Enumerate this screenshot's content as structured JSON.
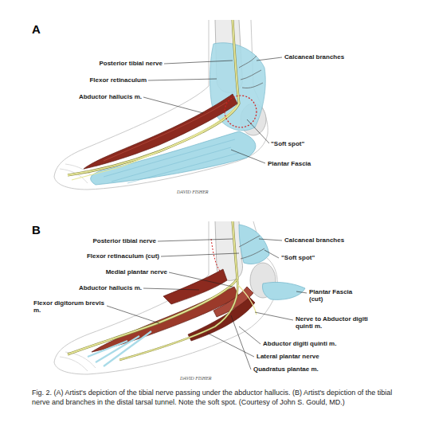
{
  "diagram": {
    "caption": "Fig. 2. (A) Artist's depiction of the tibial nerve passing under the abductor hallucis. (B) Artist's depiction of the tibial nerve and branches in the distal tarsal tunnel. Note the soft spot. (Courtesy of John S. Gould, MD.)",
    "labels": [
      "A",
      "Posterior tibial nerve",
      "Flexor retinaculum",
      "Abductor hallucis m.",
      "Calcaneal branches",
      "\"Soft spot\"",
      "Plantar Fascia",
      "DAVID FISHER",
      "B",
      "Posterior tibial nerve",
      "Flexor retinaculum (cut)",
      "Medial plantar nerve",
      "Abductor hallucis m.",
      "Flexor digitorum brevis m.",
      "Calcaneal branches",
      "\"Soft spot\"",
      "Plantar Fascia (cut)",
      "Nerve to Abductor digiti quinti m.",
      "Abductor digiti quinti m.",
      "Lateral plantar nerve",
      "Quadratus plantae m.",
      "DAVID FISHER"
    ]
  }
}
